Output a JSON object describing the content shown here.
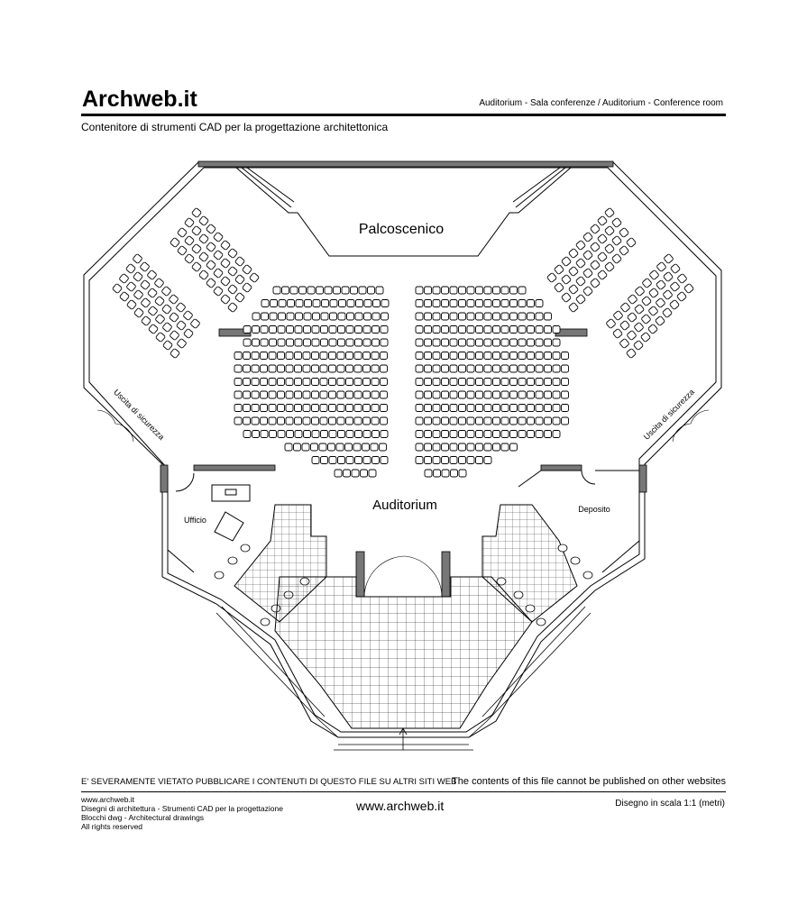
{
  "header": {
    "brand": "Archweb.it",
    "title": "Auditorium - Sala conferenze  /  Auditorium - Conference room",
    "subtitle": "Contenitore di strumenti CAD per la progettazione architettonica"
  },
  "plan": {
    "stage_label": "Palcoscenico",
    "hall_label": "Auditorium",
    "office_label": "Ufficio",
    "storage_label": "Deposito",
    "exit_left_label": "Uscita di sicurezza",
    "exit_right_label": "Uscita di sicurezza"
  },
  "footer": {
    "warning_it": "E' SEVERAMENTE VIETATO PUBBLICARE I CONTENUTI DI QUESTO FILE SU ALTRI SITI WEB",
    "warning_en": "The contents of this file cannot be published on other websites",
    "lines": [
      "www.archweb.it",
      "Disegni di architettura - Strumenti CAD  per la progettazione",
      "Blocchi dwg - Architectural drawings",
      "All rights reserved"
    ],
    "site": "www.archweb.it",
    "scale": "Disegno in scala 1:1 (metri)"
  }
}
